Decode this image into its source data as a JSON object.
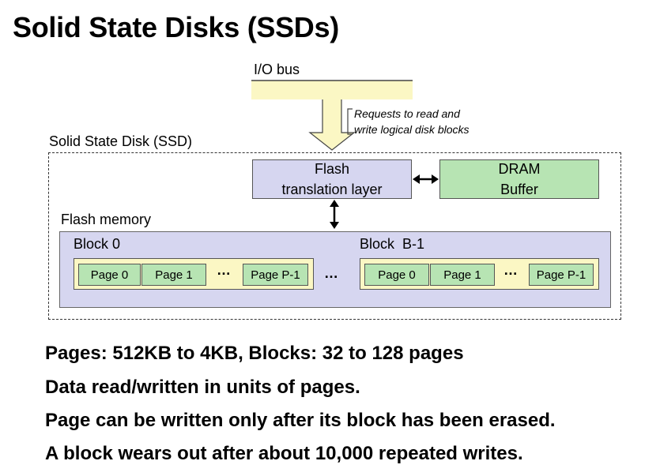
{
  "title": "Solid State Disks (SSDs)",
  "io_bus_label": "I/O bus",
  "requests_line1": "Requests to read and",
  "requests_line2": "write logical disk blocks",
  "ssd_label": "Solid State Disk (SSD)",
  "ftl": {
    "line1": "Flash",
    "line2": "translation layer"
  },
  "dram": {
    "line1": "DRAM",
    "line2": "Buffer"
  },
  "flash_memory_label": "Flash memory",
  "blocks": [
    {
      "label": "Block 0",
      "pages": [
        "Page 0",
        "Page 1",
        "Page P-1"
      ],
      "ellipsis": "…"
    },
    {
      "label": "Block  B-1",
      "pages": [
        "Page 0",
        "Page 1",
        "Page P-1"
      ],
      "ellipsis": "…"
    }
  ],
  "between_blocks_ellipsis": "…",
  "bullets": [
    "Pages: 512KB to 4KB, Blocks: 32 to 128 pages",
    "Data read/written in units of pages.",
    "Page can be written only after its block has been erased.",
    "A block wears out after about 10,000 repeated writes."
  ],
  "colors": {
    "bus": "#fbf7c4",
    "ftl": "#d6d6f0",
    "dram": "#b7e4b3",
    "flash_memory": "#d6d6f0",
    "block_row": "#fbf7c4",
    "page": "#b7e4b3"
  }
}
